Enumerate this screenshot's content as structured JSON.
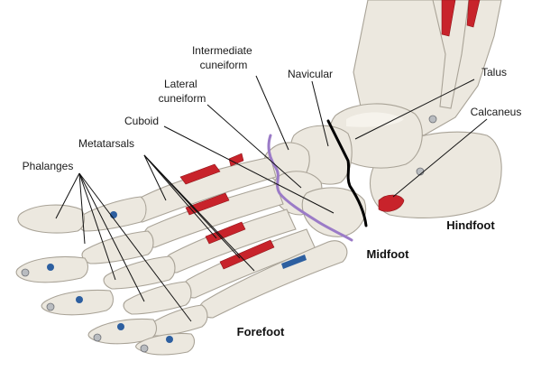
{
  "labels": {
    "intermediate_cuneiform": [
      "Intermediate",
      "cuneiform"
    ],
    "lateral_cuneiform": [
      "Lateral",
      "cuneiform"
    ],
    "navicular": "Navicular",
    "talus": "Talus",
    "calcaneus": "Calcaneus",
    "cuboid": "Cuboid",
    "metatarsals": "Metatarsals",
    "phalanges": "Phalanges"
  },
  "regions": {
    "hindfoot": "Hindfoot",
    "midfoot": "Midfoot",
    "forefoot": "Forefoot"
  },
  "colors": {
    "hindfoot_midfoot_divider": "#000000",
    "midfoot_forefoot_divider": "#9b7bc7",
    "muscle_marking": "#c8232b",
    "ink_marking": "#2d5fa0"
  }
}
